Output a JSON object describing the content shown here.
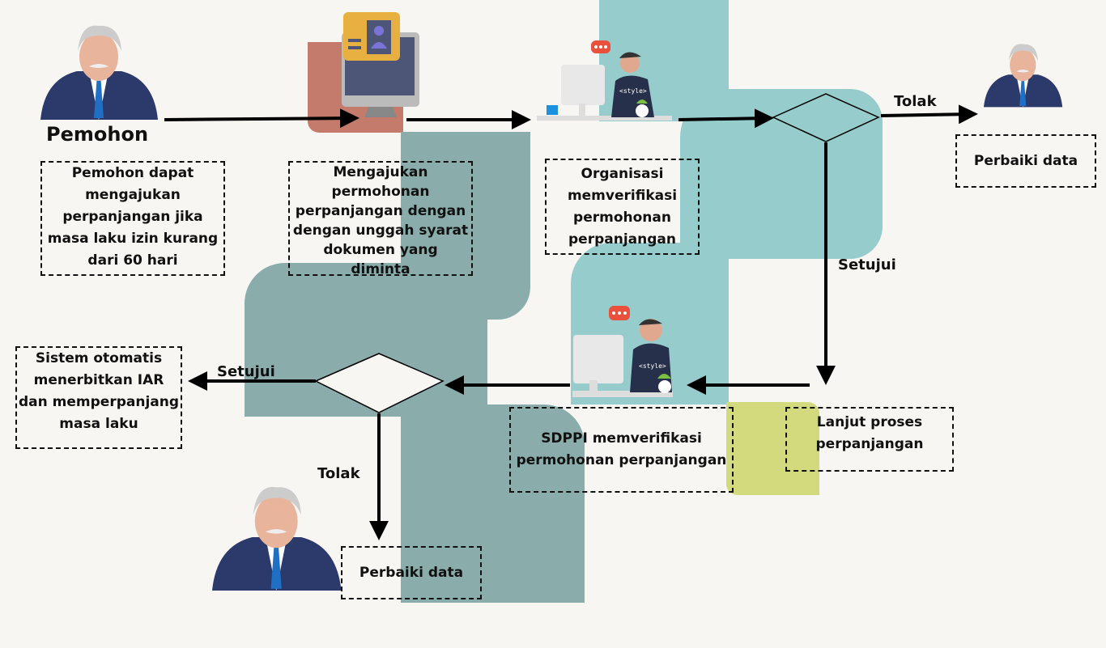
{
  "actor": {
    "title": "Pemohon"
  },
  "steps": [
    {
      "text": "Pemohon dapat mengajukan perpanjangan jika masa laku izin kurang dari 60 hari"
    },
    {
      "text": "Mengajukan permohonan perpanjangan dengan dengan unggah syarat dokumen yang diminta"
    },
    {
      "text": "Organisasi memverifikasi permohonan perpanjangan"
    },
    {
      "text": "Perbaiki data"
    },
    {
      "text": "Lanjut proses perpanjangan"
    },
    {
      "text": "SDPPI memverifikasi permohonan perpanjangan"
    },
    {
      "text": "Sistem otomatis menerbitkan IAR dan memperpanjang masa laku"
    },
    {
      "text": "Perbaiki data"
    }
  ],
  "edges": {
    "tolak1": "Tolak",
    "setujui1": "Setujui",
    "setujui2": "Setujui",
    "tolak2": "Tolak"
  },
  "colors": {
    "teal_light": "#97cccc",
    "teal_dark": "#8aacab",
    "salmon": "#c47b6b",
    "lime": "#d2da7d"
  },
  "monitor_badge": "<style>"
}
